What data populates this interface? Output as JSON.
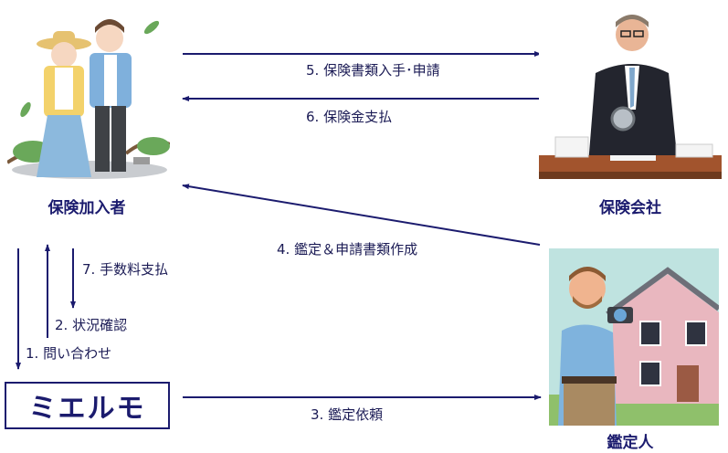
{
  "actors": {
    "insured": {
      "label": "保険加入者",
      "image": "couple-in-storm-damage-illustration"
    },
    "insurer": {
      "label": "保険会社",
      "image": "businessman-with-magnifying-glass-illustration"
    },
    "appraiser": {
      "label": "鑑定人",
      "image": "appraiser-photographing-damaged-house-illustration"
    },
    "service": {
      "label": "ミエルモ"
    }
  },
  "flows": [
    {
      "step": "1",
      "label": "1. 問い合わせ",
      "from": "insured",
      "to": "service"
    },
    {
      "step": "2",
      "label": "2. 状況確認",
      "from": "service",
      "to": "insured"
    },
    {
      "step": "3",
      "label": "3. 鑑定依頼",
      "from": "service",
      "to": "appraiser"
    },
    {
      "step": "4",
      "label": "4. 鑑定＆申請書類作成",
      "from": "appraiser",
      "to": "insured"
    },
    {
      "step": "5",
      "label": "5. 保険書類入手･申請",
      "from": "insured",
      "to": "insurer"
    },
    {
      "step": "6",
      "label": "6. 保険金支払",
      "from": "insurer",
      "to": "insured"
    },
    {
      "step": "7",
      "label": "7. 手数料支払",
      "from": "insured",
      "to": "service"
    }
  ],
  "colors": {
    "arrow": "#1b1b6e",
    "text": "#1b1b55"
  }
}
